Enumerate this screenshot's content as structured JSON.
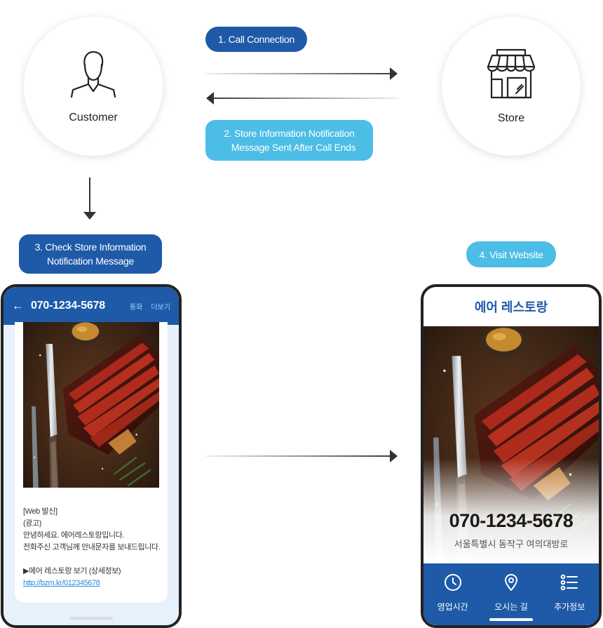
{
  "nodes": {
    "customer": {
      "label": "Customer",
      "icon": "person-icon"
    },
    "store": {
      "label": "Store",
      "icon": "storefront-icon"
    }
  },
  "steps": {
    "step1": "1. Call Connection",
    "step2_line1": "2. Store Information Notification",
    "step2_line2": "Message Sent After Call Ends",
    "step3_line1": "3. Check Store Information",
    "step3_line2": "Notification Message",
    "step4": "4. Visit Website"
  },
  "message_screen": {
    "phone_number": "070-1234-5678",
    "action_call": "통화",
    "action_more": "더보기",
    "lines": [
      "[Web 발신]",
      "(광고)",
      "안녕하세요. 에어레스토랑입니다.",
      "전화주신 고객님께 안내문자를 보내드립니다."
    ],
    "link_label": "▶에어 레스토랑 보기 (상세정보)",
    "link_url": "http://bzm.kr/012345678"
  },
  "website_screen": {
    "title": "에어 레스토랑",
    "phone_number": "070-1234-5678",
    "address": "서울특별시 동작구 여의대방로",
    "buttons": [
      {
        "label": "영업시간",
        "icon": "clock-icon"
      },
      {
        "label": "오시는 길",
        "icon": "location-pin-icon"
      },
      {
        "label": "추가정보",
        "icon": "list-icon"
      }
    ]
  },
  "colors": {
    "primary": "#1e5aa8",
    "accent": "#4bbde6",
    "message_bg": "#e6f1fb"
  }
}
